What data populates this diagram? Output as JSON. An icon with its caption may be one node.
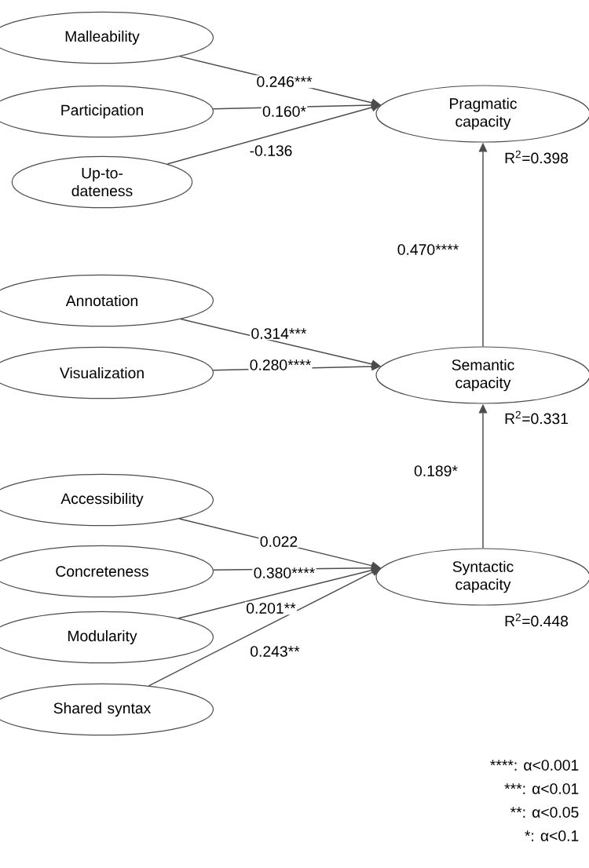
{
  "diagram": {
    "nodes": [
      {
        "text": [
          "Malleability"
        ]
      },
      {
        "text": [
          "Participation"
        ]
      },
      {
        "text": [
          "Up-to-dateness"
        ]
      },
      {
        "text": [
          "Annotation"
        ]
      },
      {
        "text": [
          "Visualization"
        ]
      },
      {
        "text": [
          "Accessibility"
        ]
      },
      {
        "text": [
          "Concreteness"
        ]
      },
      {
        "text": [
          "Modularity"
        ]
      },
      {
        "text": [
          "Shared syntax"
        ]
      },
      {
        "text": [
          "Pragmatic capacity"
        ],
        "beside": [
          "R$^{2}$=0.398"
        ]
      },
      {
        "text": [
          "Semantic capacity"
        ],
        "beside": [
          "R$^{2}$=0.331"
        ]
      },
      {
        "text": [
          "Syntactic capacity"
        ],
        "beside": [
          "R$^{2}$=0.448"
        ]
      }
    ],
    "edges": [
      {
        "from": 0,
        "to": 9,
        "arrow": "to",
        "label": "0.246***"
      },
      {
        "from": 1,
        "to": 9,
        "arrow": "to",
        "label": "0.160*"
      },
      {
        "from": 2,
        "to": 9,
        "arrow": "to",
        "label": "-0.136"
      },
      {
        "from": 10,
        "to": 9,
        "arrow": "to",
        "label": "0.470****"
      },
      {
        "from": 3,
        "to": 10,
        "arrow": "to",
        "label": "0.314***"
      },
      {
        "from": 4,
        "to": 10,
        "arrow": "to",
        "label": "0.280****"
      },
      {
        "from": 11,
        "to": 10,
        "arrow": "to",
        "label": "0.189*"
      },
      {
        "from": 5,
        "to": 11,
        "arrow": "to",
        "label": "0.022"
      },
      {
        "from": 6,
        "to": 11,
        "arrow": "to",
        "label": "0.380****"
      },
      {
        "from": 7,
        "to": 11,
        "arrow": "to",
        "label": "0.201**"
      },
      {
        "from": 8,
        "to": 11,
        "arrow": "to",
        "label": "0.243**"
      }
    ],
    "labels": [
      "****: α<0.001",
      "***: α<0.01",
      "**: α<0.05",
      "*: α<0.1"
    ]
  }
}
